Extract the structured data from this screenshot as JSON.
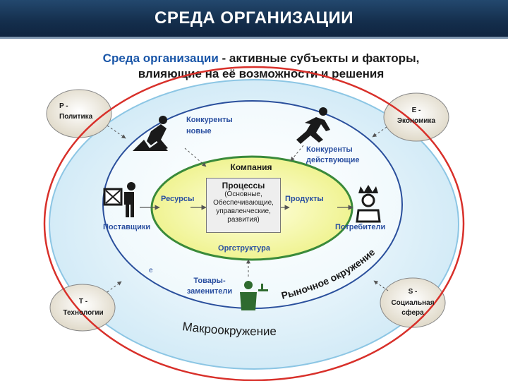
{
  "header": {
    "title": "СРЕДА ОРГАНИЗАЦИИ"
  },
  "subtitle": {
    "accent": "Среда организации",
    "rest_line1": " - активные субъекты и факторы,",
    "line2": "влияющие на её возможности и решения"
  },
  "factors": {
    "p": {
      "letter": "P -",
      "name": "Политика"
    },
    "e": {
      "letter": "E -",
      "name": "Экономика"
    },
    "t": {
      "letter": "T -",
      "name": "Технологии"
    },
    "s": {
      "letter": "S -",
      "name": "Социальная",
      "name2": "сфера"
    }
  },
  "actors": {
    "new_competitors": {
      "line1": "Конкуренты",
      "line2": "новые"
    },
    "current_competitors": {
      "line1": "Конкуренты",
      "line2": "действующие"
    },
    "suppliers": "Поставщики",
    "consumers": "Потребители",
    "substitutes": {
      "line1": "Товары-",
      "line2": "заменители"
    }
  },
  "company": {
    "title": "Компания",
    "resources": "Ресурсы",
    "products": "Продукты",
    "structure": "Оргструктура",
    "processes": {
      "title": "Процессы",
      "lines": [
        "(Основные,",
        "Обеспечивающие,",
        "управленческие,",
        "развития)"
      ]
    }
  },
  "rings": {
    "market": "Рыночное окружение",
    "macro": "Макроокружение",
    "marker": "е"
  },
  "colors": {
    "header_bg": "#1b3a5e",
    "outer_ring": "#d8302a",
    "outer_fill": "#d6eef8",
    "inner_ring": "#2a4f9c",
    "company_fill": "#f2f5a0",
    "company_ring": "#3a8a3a",
    "label_blue": "#2a4fa0"
  }
}
